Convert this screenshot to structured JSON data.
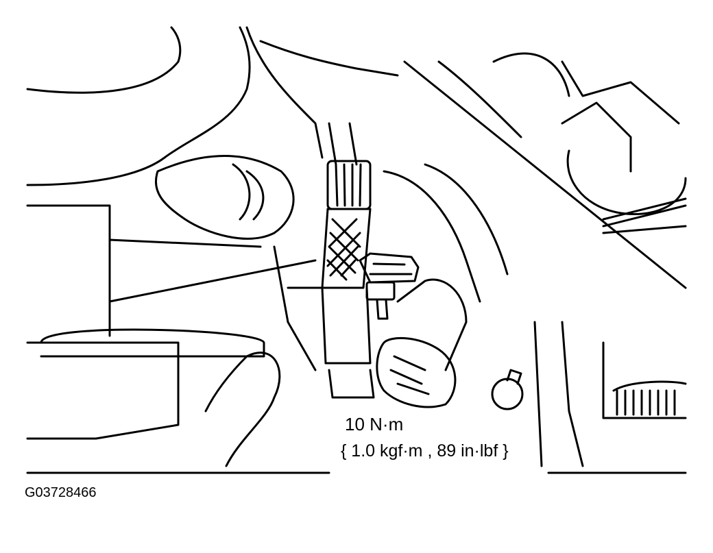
{
  "figure": {
    "torque_value": "10 N·m",
    "torque_alt_units": "{ 1.0 kgf·m , 89 in·lbf }",
    "figure_id": "G03728466"
  },
  "colors": {
    "line": "#000000",
    "background": "#ffffff"
  },
  "icons": [
    "torque-wrench-icon",
    "nut-icon",
    "sensor-connector-icon"
  ]
}
